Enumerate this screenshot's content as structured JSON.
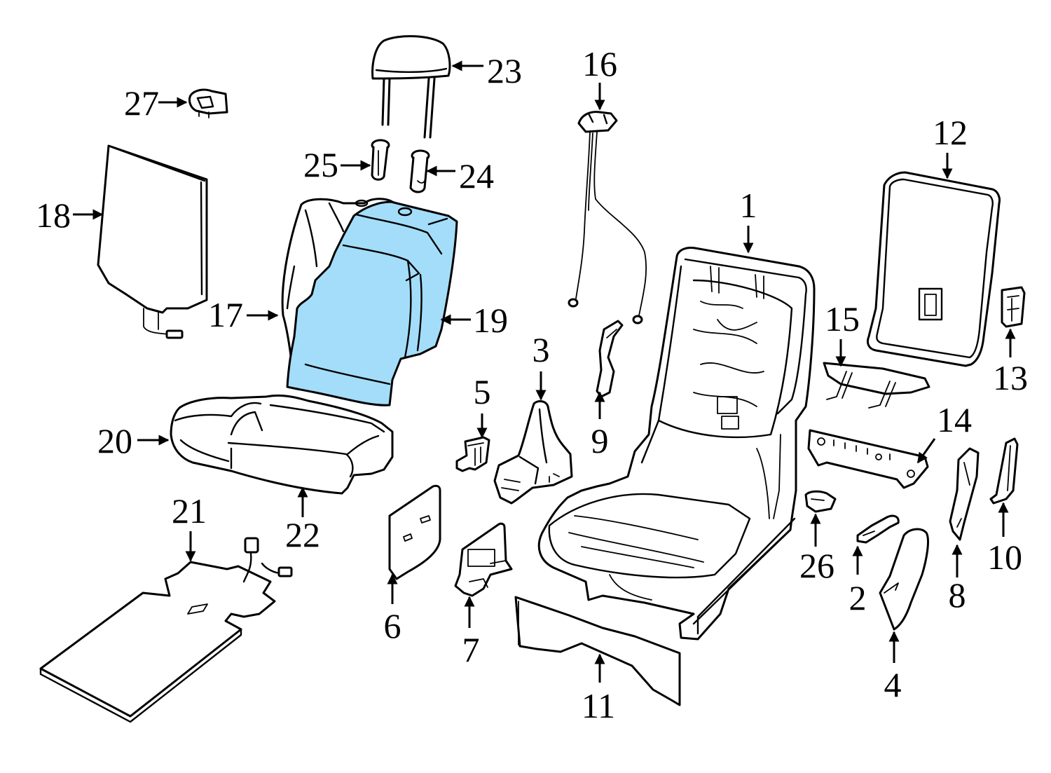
{
  "diagram": {
    "highlight_color": "#a3ddf9",
    "line_color": "#000000",
    "background_color": "#ffffff",
    "callouts": [
      {
        "id": "c1",
        "label": "1"
      },
      {
        "id": "c2",
        "label": "2"
      },
      {
        "id": "c3",
        "label": "3"
      },
      {
        "id": "c4",
        "label": "4"
      },
      {
        "id": "c5",
        "label": "5"
      },
      {
        "id": "c6",
        "label": "6"
      },
      {
        "id": "c7",
        "label": "7"
      },
      {
        "id": "c8",
        "label": "8"
      },
      {
        "id": "c9",
        "label": "9"
      },
      {
        "id": "c10",
        "label": "10"
      },
      {
        "id": "c11",
        "label": "11"
      },
      {
        "id": "c12",
        "label": "12"
      },
      {
        "id": "c13",
        "label": "13"
      },
      {
        "id": "c14",
        "label": "14"
      },
      {
        "id": "c15",
        "label": "15"
      },
      {
        "id": "c16",
        "label": "16"
      },
      {
        "id": "c17",
        "label": "17"
      },
      {
        "id": "c18",
        "label": "18"
      },
      {
        "id": "c19",
        "label": "19"
      },
      {
        "id": "c20",
        "label": "20"
      },
      {
        "id": "c21",
        "label": "21"
      },
      {
        "id": "c22",
        "label": "22"
      },
      {
        "id": "c23",
        "label": "23"
      },
      {
        "id": "c24",
        "label": "24"
      },
      {
        "id": "c25",
        "label": "25"
      },
      {
        "id": "c26",
        "label": "26"
      },
      {
        "id": "c27",
        "label": "27"
      }
    ]
  }
}
